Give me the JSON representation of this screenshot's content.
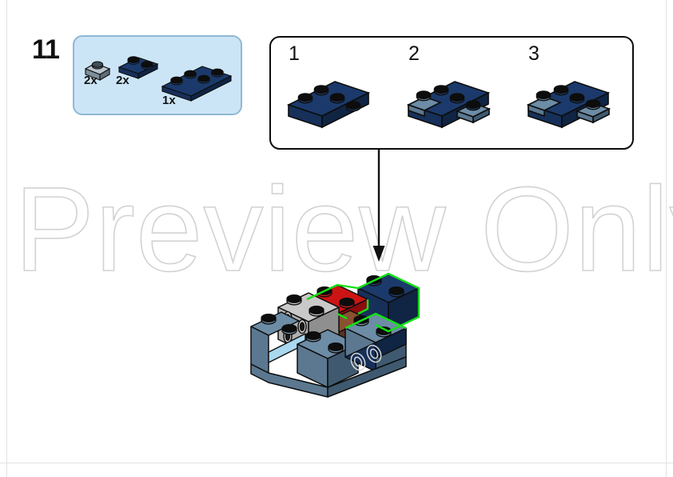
{
  "page": {
    "step_number": "11",
    "watermark_text": "Preview Only",
    "background_color": "#ffffff"
  },
  "colors": {
    "dark_blue_top": "#1b3a6b",
    "dark_blue_left": "#16305a",
    "dark_blue_right": "#102444",
    "slate_blue_top": "#6d8ca6",
    "slate_blue_left": "#5b7890",
    "slate_blue_right": "#3f5a70",
    "light_gray_top": "#c9c9c9",
    "light_gray_left": "#b0b0b0",
    "light_gray_right": "#8f8f8f",
    "red_top": "#cc1414",
    "red_left": "#b01010",
    "red_right": "#8d0c0c",
    "brown_top": "#8a5130",
    "brown_left": "#6f4026",
    "brown_right": "#5a331d",
    "light_blue_panel": "#a9d8ef",
    "stud_black": "#0d0d0d",
    "highlight_green": "#15e015",
    "bin_fill": "#cce5f6",
    "bin_border": "#8fb8d4",
    "callout_border": "#0d0d0d",
    "arrow_black": "#111111",
    "watermark_stroke": "#d2d2d2"
  },
  "parts_bin": {
    "name": "parts-callout",
    "parts": [
      {
        "label": "2x",
        "part": "plate-1x1",
        "color": "light-gray",
        "studs": 1
      },
      {
        "label": "2x",
        "part": "plate-1x2",
        "color": "dark-blue",
        "studs": 2
      },
      {
        "label": "1x",
        "part": "plate-1x4",
        "color": "dark-blue",
        "studs": 4
      }
    ]
  },
  "substeps": {
    "name": "sub-assembly-callout",
    "steps": [
      {
        "number": "1",
        "description": "dark blue 1x4 plate",
        "pieces": [
          "plate-1x4-dark-blue"
        ]
      },
      {
        "number": "2",
        "description": "gray 1x1 plate added on left end of 1x4 plate",
        "pieces": [
          "plate-1x4-dark-blue",
          "plate-1x1-light-gray-left"
        ]
      },
      {
        "number": "3",
        "description": "gray 1x1 plates on both ends of 1x4 plate",
        "pieces": [
          "plate-1x4-dark-blue",
          "plate-1x1-light-gray-left",
          "plate-1x1-light-gray-right"
        ]
      }
    ]
  },
  "arrow": {
    "name": "placement-arrow",
    "direction": "down",
    "from": "sub-assembly-callout",
    "to": "model-assembly"
  },
  "model": {
    "name": "model-assembly",
    "highlight_color": "#15e015",
    "elements": [
      {
        "part": "brick-base",
        "color": "slate-blue",
        "highlighted": false
      },
      {
        "part": "brick-snot-side-studs",
        "color": "light-gray",
        "highlighted": false
      },
      {
        "part": "plate-1x2",
        "color": "red",
        "highlighted": true
      },
      {
        "part": "plate-1x4",
        "color": "dark-blue",
        "highlighted": true
      },
      {
        "part": "tile-detail",
        "color": "brown",
        "highlighted": false
      },
      {
        "part": "panel-window",
        "color": "light-blue",
        "highlighted": false
      },
      {
        "part": "brick-wheel-detail",
        "color": "dark-blue",
        "highlighted": false
      }
    ]
  }
}
